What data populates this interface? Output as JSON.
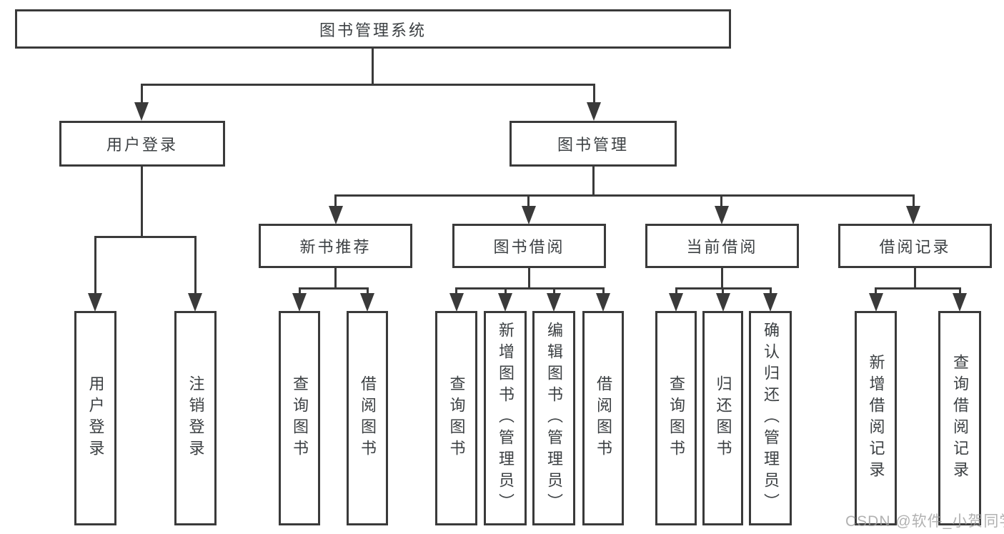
{
  "tree": {
    "root": {
      "label": "图书管理系统"
    },
    "branches": [
      {
        "label": "用户登录",
        "children": [
          {
            "label": "用户登录"
          },
          {
            "label": "注销登录"
          }
        ]
      },
      {
        "label": "图书管理",
        "children": [
          {
            "label": "新书推荐",
            "children": [
              {
                "label": "查询图书"
              },
              {
                "label": "借阅图书"
              }
            ]
          },
          {
            "label": "图书借阅",
            "children": [
              {
                "label": "查询图书"
              },
              {
                "label": "新增图书（管理员）"
              },
              {
                "label": "编辑图书（管理员）"
              },
              {
                "label": "借阅图书"
              }
            ]
          },
          {
            "label": "当前借阅",
            "children": [
              {
                "label": "查询图书"
              },
              {
                "label": "归还图书"
              },
              {
                "label": "确认归还（管理员）"
              }
            ]
          },
          {
            "label": "借阅记录",
            "children": [
              {
                "label": "新增借阅记录"
              },
              {
                "label": "查询借阅记录"
              }
            ]
          }
        ]
      }
    ]
  },
  "watermark": "CSDN @软件_小贺同学",
  "colors": {
    "line": "#3a3a3a",
    "text": "#3c4043",
    "watermark": "#9e9e9e",
    "background": "#ffffff"
  }
}
